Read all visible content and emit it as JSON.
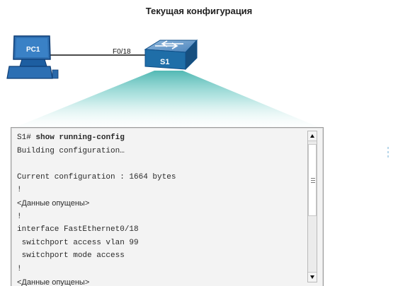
{
  "title": "Текущая конфигурация",
  "topology": {
    "pc_label": "PC1",
    "link_label": "F0/18",
    "switch_label": "S1"
  },
  "terminal": {
    "lines": [
      {
        "prompt": "S1#",
        "command": "show running-config"
      },
      "Building configuration…",
      "",
      "Current configuration : 1664 bytes",
      "!",
      "<Данные опущены>",
      "!",
      "interface FastEthernet0/18",
      " switchport access vlan 99",
      " switchport mode access",
      "!",
      "<Данные опущены>"
    ]
  },
  "colors": {
    "accent": "#49b5b0",
    "pc_screen": "#2f6fb1",
    "switch_blue": "#1f6ea8"
  },
  "icons": {
    "pc": "desktop-computer-icon",
    "switch": "network-switch-icon",
    "scroll_up": "scroll-up-arrow-icon",
    "scroll_down": "scroll-down-arrow-icon"
  }
}
